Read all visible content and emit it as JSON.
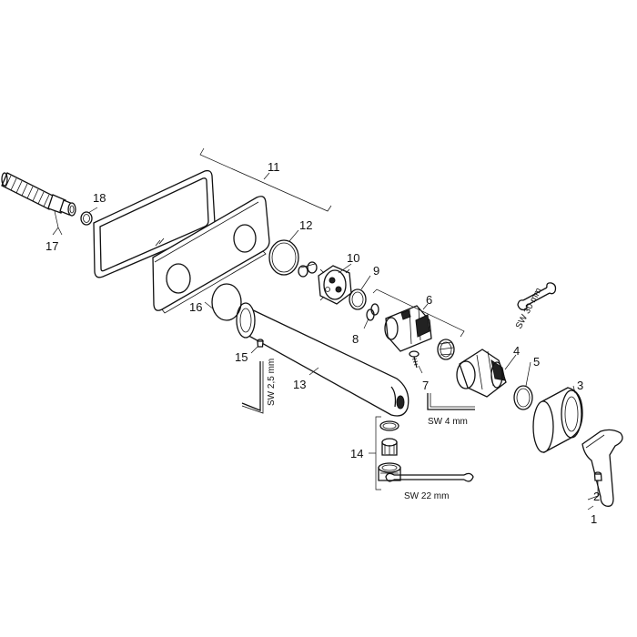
{
  "parts": {
    "p1": "1",
    "p2": "2",
    "p3": "3",
    "p4": "4",
    "p5": "5",
    "p6": "6",
    "p7": "7",
    "p8": "8",
    "p9": "9",
    "p10": "10",
    "p11": "11",
    "p12": "12",
    "p13": "13",
    "p14": "14",
    "p15": "15",
    "p16": "16",
    "p17": "17",
    "p18": "18"
  },
  "tools": {
    "sw30": "SW 30 mm",
    "sw4": "SW 4 mm",
    "sw22": "SW 22 mm",
    "sw25": "SW 2,5 mm"
  }
}
